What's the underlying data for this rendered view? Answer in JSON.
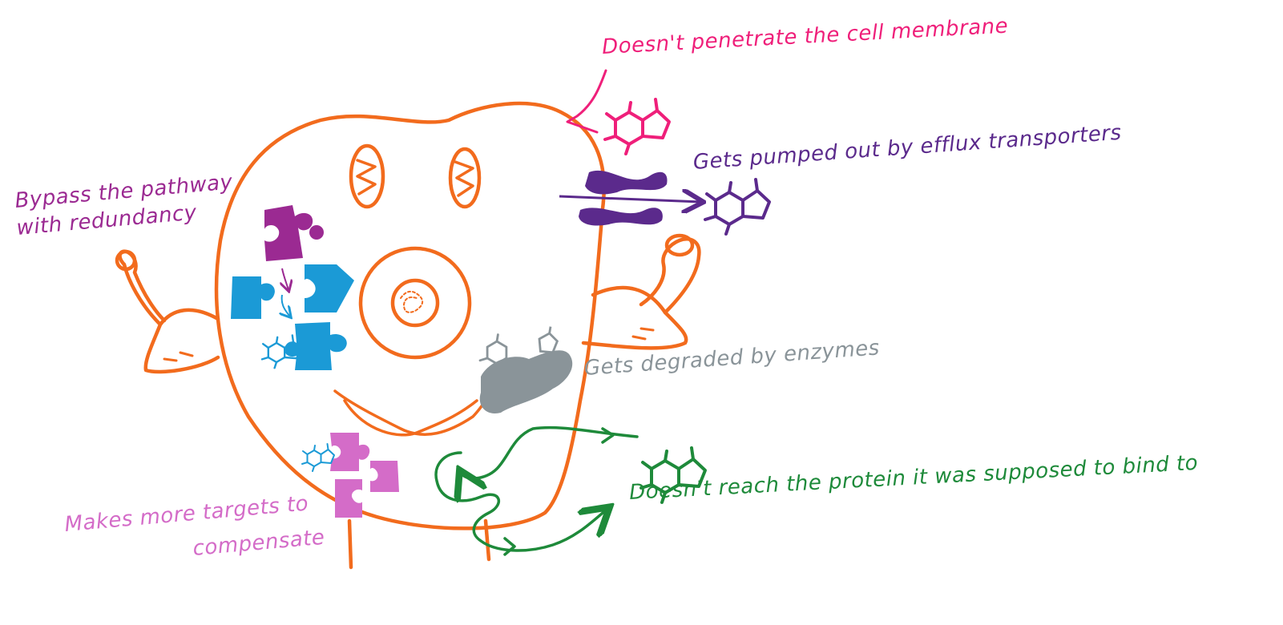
{
  "labels": {
    "membrane": "Doesn't penetrate the cell membrane",
    "efflux": "Gets pumped out by efflux transporters",
    "bypass_line1": "Bypass the pathway",
    "bypass_line2": "with redundancy",
    "degraded": "Gets degraded by enzymes",
    "protein": "Doesn't reach the protein it was supposed to bind to",
    "makes_line1": "Makes more targets to",
    "makes_line2": "compensate"
  },
  "colors": {
    "cell": "#f26b1d",
    "membrane": "#ef1f7a",
    "efflux": "#5b2a8c",
    "bypass": "#9b2a92",
    "pathway_blue": "#1b9ad6",
    "degraded": "#8a9499",
    "protein": "#1e8a3a",
    "makes": "#d46cc8"
  }
}
